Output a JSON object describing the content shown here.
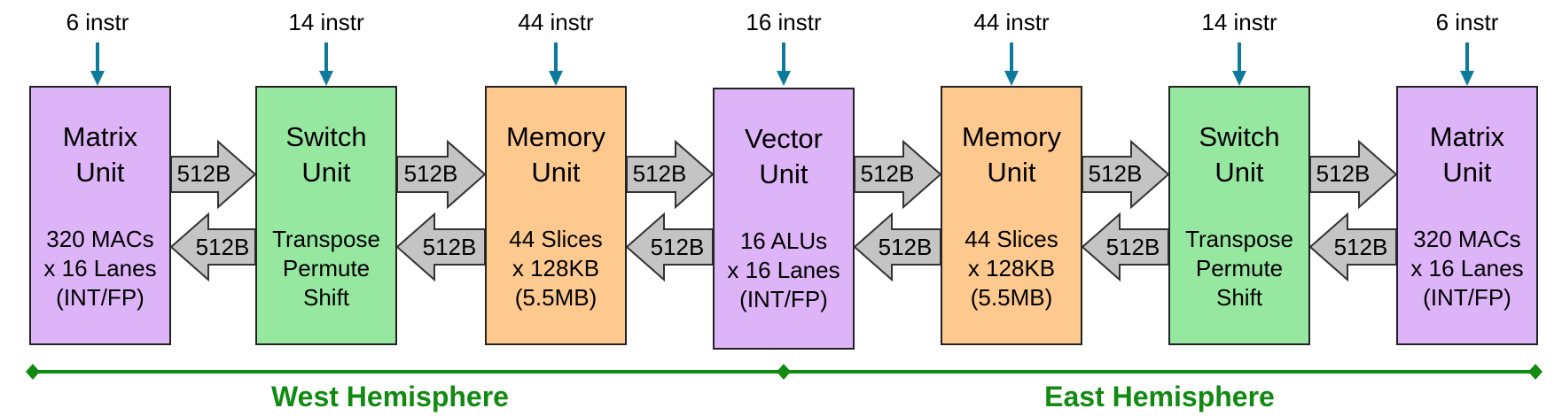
{
  "colors": {
    "matrix": "#ddb4f7",
    "switch": "#96e8a0",
    "memory": "#fdc98e",
    "vector": "#ddb4f7",
    "arrow_in": "#0d7a9c",
    "link_fill": "#c4c4c4",
    "hemisphere": "#128a12"
  },
  "instructions": [
    "6 instr",
    "14 instr",
    "44 instr",
    "16 instr",
    "44 instr",
    "14 instr",
    "6 instr"
  ],
  "units": [
    {
      "name_line1": "Matrix",
      "name_line2": "Unit",
      "detail1": "320 MACs",
      "detail2": "x 16 Lanes",
      "detail3": "(INT/FP)",
      "kind": "matrix"
    },
    {
      "name_line1": "Switch",
      "name_line2": "Unit",
      "detail1": "Transpose",
      "detail2": "Permute",
      "detail3": "Shift",
      "kind": "switch"
    },
    {
      "name_line1": "Memory",
      "name_line2": "Unit",
      "detail1": "44 Slices",
      "detail2": "x 128KB",
      "detail3": "(5.5MB)",
      "kind": "memory"
    },
    {
      "name_line1": "Vector",
      "name_line2": "Unit",
      "detail1": "16 ALUs",
      "detail2": "x 16 Lanes",
      "detail3": "(INT/FP)",
      "kind": "vector"
    },
    {
      "name_line1": "Memory",
      "name_line2": "Unit",
      "detail1": "44 Slices",
      "detail2": "x 128KB",
      "detail3": "(5.5MB)",
      "kind": "memory"
    },
    {
      "name_line1": "Switch",
      "name_line2": "Unit",
      "detail1": "Transpose",
      "detail2": "Permute",
      "detail3": "Shift",
      "kind": "switch"
    },
    {
      "name_line1": "Matrix",
      "name_line2": "Unit",
      "detail1": "320 MACs",
      "detail2": "x 16 Lanes",
      "detail3": "(INT/FP)",
      "kind": "matrix"
    }
  ],
  "link_label": "512B",
  "hemispheres": {
    "west": "West Hemisphere",
    "east": "East Hemisphere"
  }
}
